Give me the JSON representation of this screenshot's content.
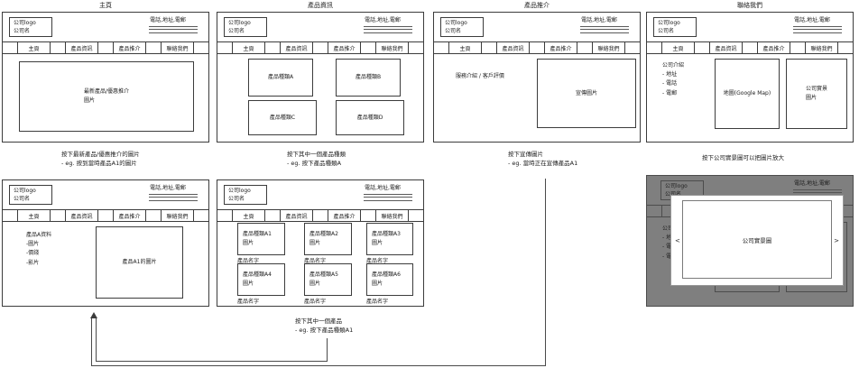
{
  "titles": {
    "home": "主頁",
    "products": "產品資訊",
    "promo": "產品推介",
    "contact": "聯絡我們"
  },
  "common": {
    "logo": "公司logo\n公司名",
    "contact_info": "電話,地址,電郵",
    "nav": {
      "home": "主頁",
      "products": "產品資訊",
      "promo": "產品推介",
      "contact": "聯絡我們"
    }
  },
  "home": {
    "hero": "最新產品/優惠推介\n圖片"
  },
  "products": {
    "cat_a": "產品種類A",
    "cat_b": "產品種類B",
    "cat_c": "產品種類C",
    "cat_d": "產品種類D"
  },
  "promo": {
    "left_text": "服務介紹 / 客戶評價",
    "banner": "宣傳圖片"
  },
  "contact": {
    "info": "公司介紹\n- 地址\n- 電話\n- 電郵",
    "map": "地圖(Google Map)",
    "photo": "公司實景\n圖片"
  },
  "product_detail": {
    "info": "產品A資料\n-圖片\n-價錢\n-影片",
    "image": "產品A1的圖片"
  },
  "product_list": {
    "items": [
      {
        "label": "產品種類A1\n圖片",
        "name": "產品名字"
      },
      {
        "label": "產品種類A2\n圖片",
        "name": "產品名字"
      },
      {
        "label": "產品種類A3\n圖片",
        "name": "產品名字"
      },
      {
        "label": "產品種類A4\n圖片",
        "name": "產品名字"
      },
      {
        "label": "產品種類A5\n圖片",
        "name": "產品名字"
      },
      {
        "label": "產品種類A6\n圖片",
        "name": "產品名字"
      }
    ]
  },
  "lightbox": {
    "image_label": "公司實景圖",
    "prev": "<",
    "next": ">"
  },
  "annotations": {
    "a1": "按下最新產品/優惠推介的圖片\n- eg. 按到當時產品A1的圖片",
    "a2": "按下其中一個產品種類\n- eg. 按下產品種類A",
    "a3": "按下宣傳圖片\n- eg. 當時正在宣傳產品A1",
    "a4": "按下公司實景圖可以把圖片放大",
    "a5": "按下其中一個產品\n- eg. 按下產品種類A1"
  },
  "colors": {
    "wireframe_line": "#3c3c3c",
    "dim_overlay_background": "#7f7f7f",
    "lightbox_background": "#ffffff"
  }
}
